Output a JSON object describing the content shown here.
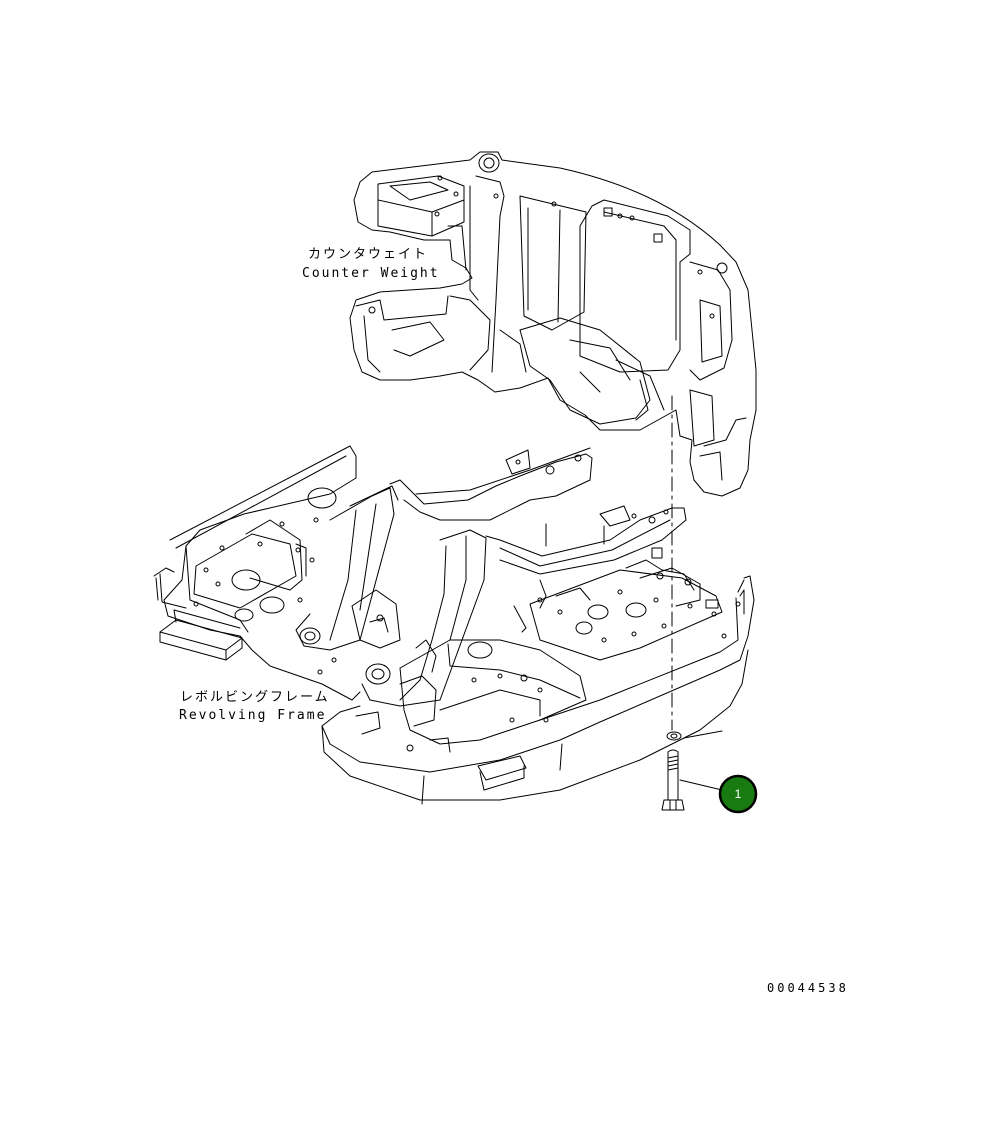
{
  "labels": {
    "counter_weight_jp": "カウンタウェイト",
    "counter_weight_en": "Counter Weight",
    "revolving_frame_jp": "レボルビングフレーム",
    "revolving_frame_en": "Revolving Frame"
  },
  "callouts": [
    {
      "number": "1",
      "fill_color": "#1a7a12"
    }
  ],
  "drawing_number": "00044538",
  "colors": {
    "line": "#000000",
    "background": "#ffffff",
    "callout": "#1a7a12"
  }
}
